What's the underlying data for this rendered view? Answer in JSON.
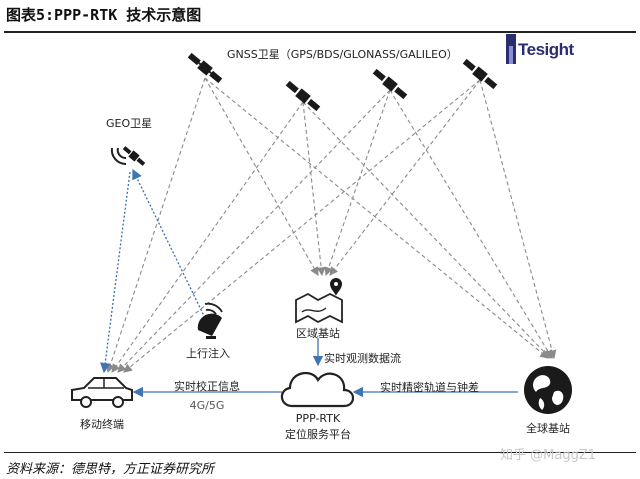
{
  "title": "图表5:PPP-RTK 技术示意图",
  "source": "资料来源：德思特，方正证券研究所",
  "watermark": "知乎 @MaggZ1",
  "logo": "Tesight",
  "nodes": {
    "gnss": "GNSS卫星（GPS/BDS/GLONASS/GALILEO）",
    "geo": "GEO卫星",
    "uplink": "上行注入",
    "regional": "区域基站",
    "service_line1": "PPP-RTK",
    "service_line2": "定位服务平台",
    "global": "全球基站",
    "terminal": "移动终端"
  },
  "links": {
    "obs_flow": "实时观测数据流",
    "precise": "实时精密轨道与钟差",
    "correction": "实时校正信息",
    "network": "4G/5G"
  },
  "colors": {
    "dashed_gray": "#8a8a8a",
    "geo_blue": "#3a6fb0",
    "solid_blue": "#3f74b5"
  }
}
